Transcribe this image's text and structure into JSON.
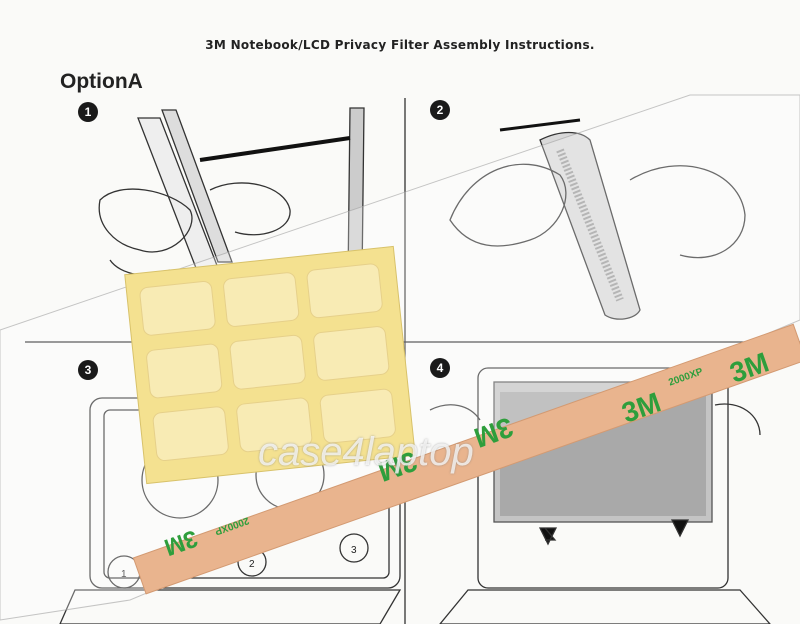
{
  "document": {
    "title": "3M Notebook/LCD Privacy Filter Assembly Instructions.",
    "option_label": "OptionA"
  },
  "steps": [
    "1",
    "2",
    "3",
    "4"
  ],
  "callouts": [
    "1",
    "2",
    "3"
  ],
  "tape": {
    "brand": "3M",
    "code": "2000XP"
  },
  "watermark": "case4laptop",
  "colors": {
    "paper": "#fafaf8",
    "ink": "#1a1a1a",
    "adhesive_tabs": "#f5e39a",
    "tape": "#e9b48e",
    "logo_green": "#2e9e3c"
  }
}
